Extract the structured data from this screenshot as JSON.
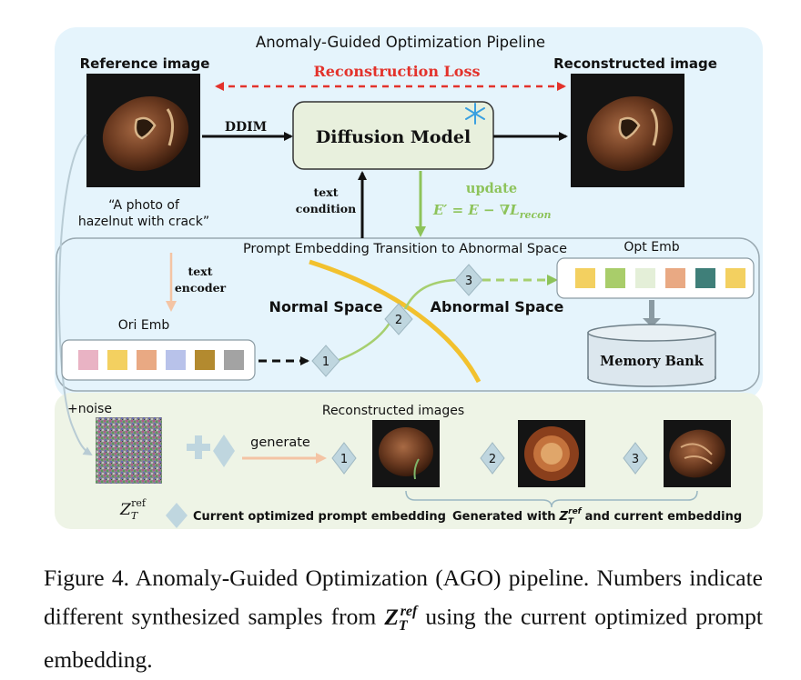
{
  "diagram": {
    "title": "Anomaly-Guided Optimization Pipeline",
    "reference_image_label": "Reference image",
    "reconstructed_image_label": "Reconstructed image",
    "reconstruction_loss_label": "Reconstruction Loss",
    "ddim_label": "DDIM",
    "diffusion_model_label": "Diffusion Model",
    "prompt_line1": "“A photo of",
    "prompt_line2": "hazelnut with crack”",
    "text_condition_line1": "text",
    "text_condition_line2": "condition",
    "update_label": "update",
    "update_formula": "E′ = E − ∇L",
    "update_formula_sub": "recon",
    "transition_title": "Prompt Embedding Transition to Abnormal Space",
    "text_encoder_line1": "text",
    "text_encoder_line2": "encoder",
    "normal_space_label": "Normal Space",
    "abnormal_space_label": "Abnormal Space",
    "ori_emb_label": "Ori Emb",
    "opt_emb_label": "Opt Emb",
    "memory_bank_label": "Memory Bank",
    "noise_label": "+noise",
    "reconstructed_images_label": "Reconstructed images",
    "generate_label": "generate",
    "z_symbol": "Z",
    "z_sub": "T",
    "z_sup": "ref",
    "legend_label": "Current optimized prompt embedding",
    "generated_with_prefix": "Generated with",
    "generated_with_suffix": "and current embedding",
    "step_1": "1",
    "step_2": "2",
    "step_3": "3",
    "gen_1": "1",
    "gen_2": "2",
    "gen_3": "3",
    "ori_colors": [
      "#e9b3c4",
      "#f3d060",
      "#e9a983",
      "#b8c2ea",
      "#b38a2f",
      "#a3a3a3"
    ],
    "opt_colors": [
      "#f3d060",
      "#a9cd6a",
      "#e4efd8",
      "#e9a983",
      "#3f7f79",
      "#f3d060"
    ],
    "colors": {
      "top_panel": "#e5f4fc",
      "bottom_panel": "#eef4e6",
      "diffusion_box": "#e8f0dd",
      "diamond": "#bfd6df",
      "loss_red": "#e3322b",
      "update_green": "#8dc35a",
      "boundary_yellow": "#f2c12e",
      "encoder_peach": "#f4c4a4",
      "memory_bank": "#dce7ee"
    }
  },
  "caption": {
    "text_before": "Figure 4.  Anomaly-Guided Optimization (AGO) pipeline.  Numbers indicate different synthesized samples from",
    "math_symbol": "Z",
    "math_sub": "T",
    "math_sup": "ref",
    "text_after": "using the current optimized prompt embedding."
  }
}
